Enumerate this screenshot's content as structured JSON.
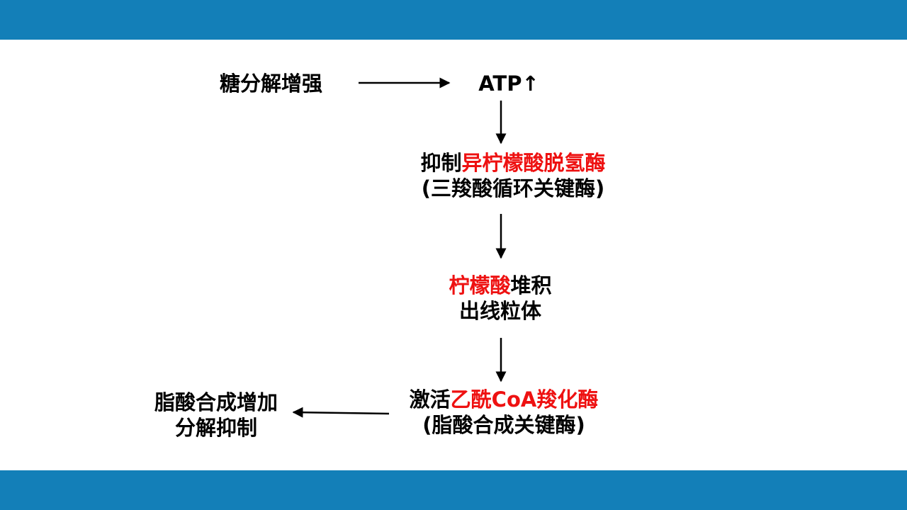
{
  "colors": {
    "bar": "#137fb8",
    "text": "#000000",
    "highlight": "#ee1111"
  },
  "nodes": {
    "glycolysis": "糖分解增强",
    "atp": "ATP↑",
    "inhibit": {
      "prefix": "抑制",
      "enzyme": "异柠檬酸脱氢酶",
      "note": "(三羧酸循环关键酶)"
    },
    "citrate": {
      "substance": "柠檬酸",
      "accumulate": "堆积",
      "location": "出线粒体"
    },
    "activate": {
      "prefix": "激活",
      "enzyme": "乙酰CoA羧化酶",
      "note": "(脂酸合成关键酶)"
    },
    "result": {
      "line1": "脂酸合成增加",
      "line2": "分解抑制"
    }
  }
}
